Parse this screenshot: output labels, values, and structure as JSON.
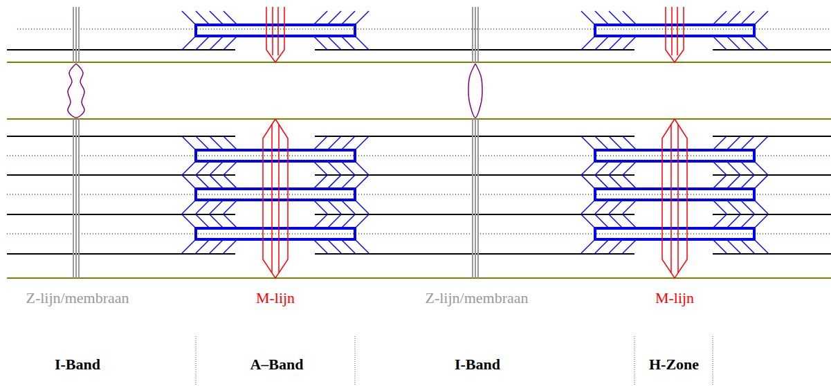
{
  "diagram": {
    "labels": [
      "Z-lijn/membraan",
      "M-lijn",
      "Z-lijn/membraan",
      "M-lijn",
      "I-Band",
      "A–Band",
      "I-Band",
      "H-Zone"
    ]
  }
}
